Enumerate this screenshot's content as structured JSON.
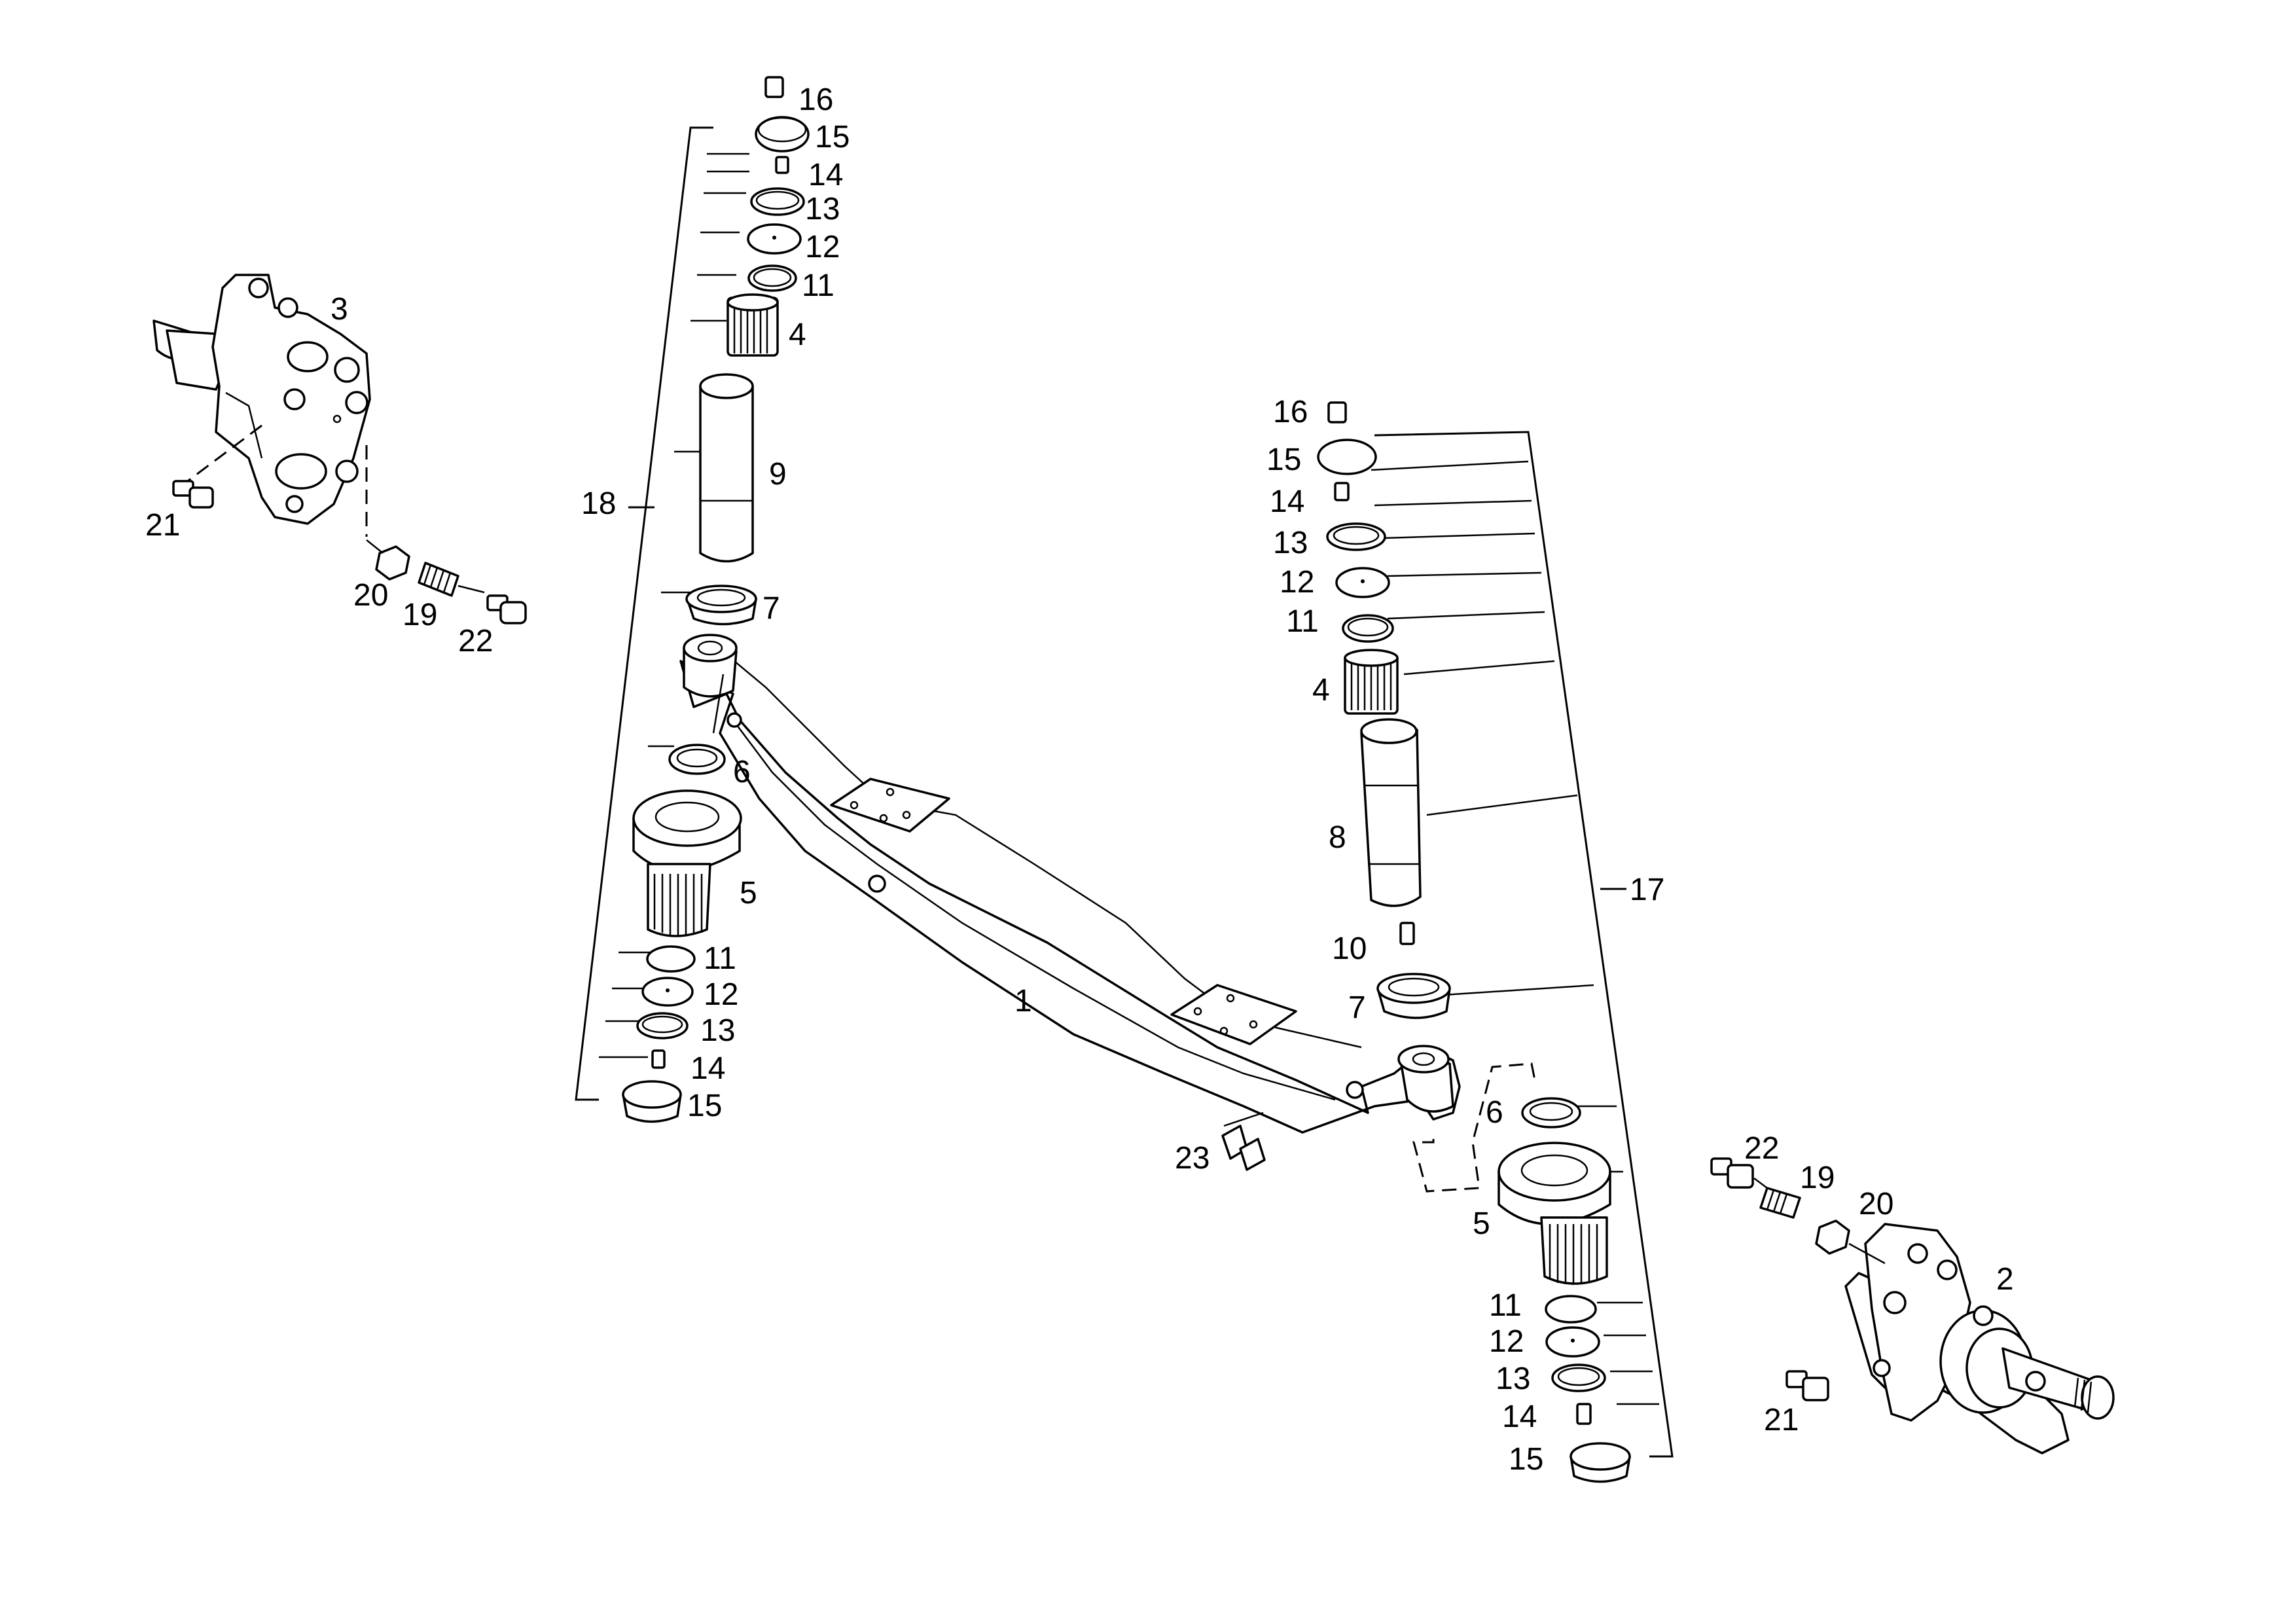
{
  "diagram": {
    "type": "exploded-parts-view",
    "labels": {
      "n1": "1",
      "n2": "2",
      "n3": "3",
      "n4": "4",
      "n5": "5",
      "n6": "6",
      "n7": "7",
      "n8": "8",
      "n9": "9",
      "n10": "10",
      "n11": "11",
      "n12": "12",
      "n13": "13",
      "n14": "14",
      "n15": "15",
      "n16": "16",
      "n17": "17",
      "n18": "18",
      "n19": "19",
      "n20": "20",
      "n21": "21",
      "n22": "22",
      "n23": "23"
    }
  }
}
